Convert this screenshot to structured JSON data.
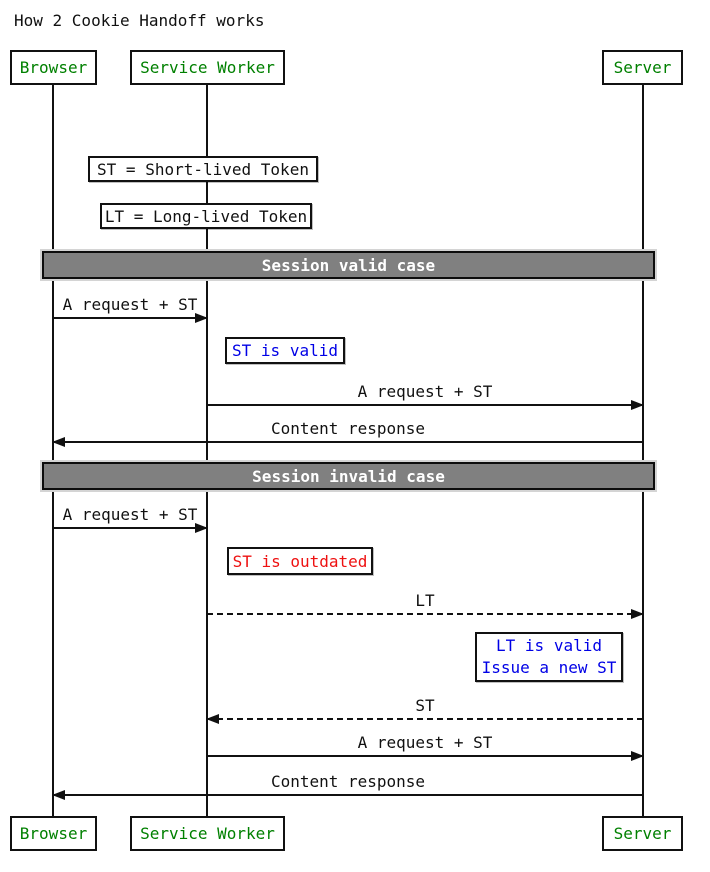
{
  "title": "How 2 Cookie Handoff works",
  "participants": {
    "browser": "Browser",
    "service_worker": "Service Worker",
    "server": "Server"
  },
  "notes": {
    "st_definition": "ST = Short-lived Token",
    "lt_definition": "LT = Long-lived Token"
  },
  "dividers": {
    "valid": "Session valid case",
    "invalid": "Session invalid case"
  },
  "messages": {
    "m1": {
      "label": "A request + ST",
      "from": "Browser",
      "to": "Service Worker",
      "style": "solid"
    },
    "m2": {
      "label": "A request + ST",
      "from": "Service Worker",
      "to": "Server",
      "style": "solid"
    },
    "m3": {
      "label": "Content response",
      "from": "Server",
      "to": "Browser",
      "style": "solid"
    },
    "m4": {
      "label": "A request + ST",
      "from": "Browser",
      "to": "Service Worker",
      "style": "solid"
    },
    "m5": {
      "label": "LT",
      "from": "Service Worker",
      "to": "Server",
      "style": "dashed"
    },
    "m6": {
      "label": "ST",
      "from": "Server",
      "to": "Service Worker",
      "style": "dashed"
    },
    "m7": {
      "label": "A request + ST",
      "from": "Service Worker",
      "to": "Server",
      "style": "solid"
    },
    "m8": {
      "label": "Content response",
      "from": "Server",
      "to": "Browser",
      "style": "solid"
    }
  },
  "status_notes": {
    "st_valid": "ST is valid",
    "st_outdated": "ST is outdated",
    "lt_valid_line1": "LT is valid",
    "lt_valid_line2": "Issue a new ST"
  },
  "colors": {
    "participant_text": "#008000",
    "info_text": "#0000e6",
    "error_text": "#ee1111",
    "divider_bg": "#808080",
    "divider_text": "#ffffff",
    "line": "#111111",
    "background": "#ffffff"
  }
}
